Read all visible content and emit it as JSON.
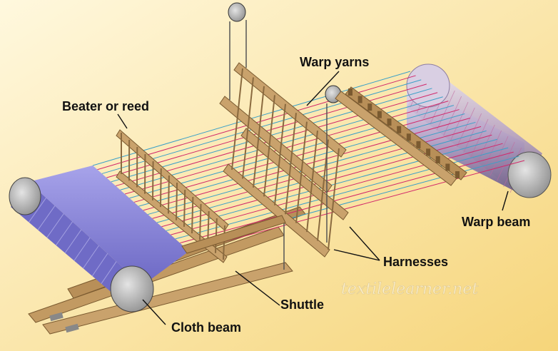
{
  "labels": {
    "warp_yarns": "Warp yarns",
    "beater_or_reed": "Beater or reed",
    "warp_beam": "Warp beam",
    "harnesses": "Harnesses",
    "shuttle": "Shuttle",
    "cloth_beam": "Cloth beam"
  },
  "watermark": "textilelearner.net",
  "colors": {
    "background_light": "#fff6d8",
    "background_dark": "#f7d77d",
    "wood": "#c9a26c",
    "wood_dark": "#8a6a3f",
    "cloth": "#8a86d8",
    "warp_blue": "#3aa0c8",
    "warp_red": "#d2286a",
    "roller_end": "#bdbdbd"
  }
}
